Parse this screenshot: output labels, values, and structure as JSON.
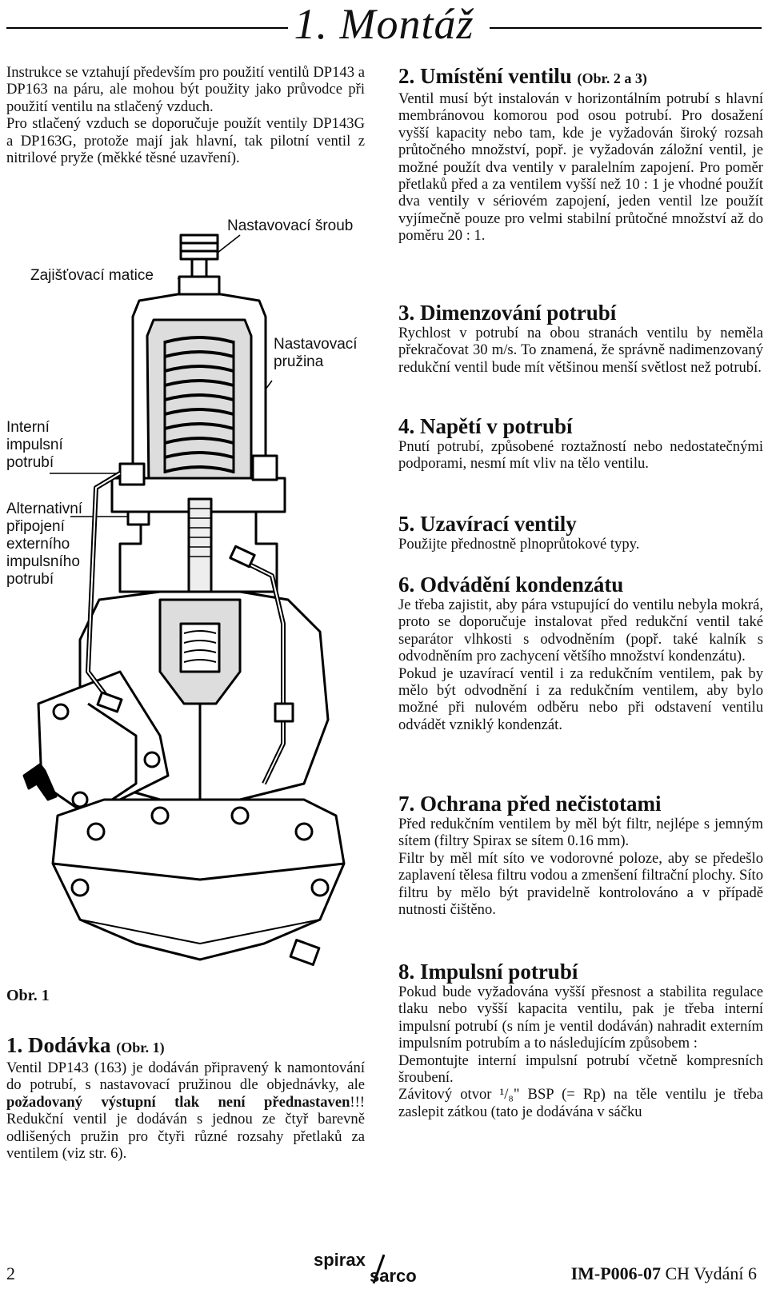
{
  "header": {
    "title": "1. Montáž"
  },
  "intro": {
    "p1": "Instrukce se vztahují především pro použití ventilů DP143 a DP163 na páru, ale mohou být použity jako průvodce při použití ventilu na stlačený vzduch.",
    "p2": "Pro stlačený vzduch se doporučuje použít ventily DP143G a DP163G, protože mají jak hlavní, tak pilotní ventil z nitrilové pryže (měkké těsné uzavření)."
  },
  "figure": {
    "labels": {
      "screw": "Nastavovací šroub",
      "nut": "Zajišťovací matice",
      "spring_l1": "Nastavovací",
      "spring_l2": "pružina",
      "internal_l1": "Interní",
      "internal_l2": "impulsní",
      "internal_l3": "potrubí",
      "alt_l1": "Alternativní",
      "alt_l2": "připojení",
      "alt_l3": "externího",
      "alt_l4": "impulsního",
      "alt_l5": "potrubí"
    },
    "caption": "Obr. 1"
  },
  "s1": {
    "title": "1. Dodávka",
    "ref": "(Obr. 1)",
    "t1": "Ventil DP143 (163) je dodáván připravený k namontování do potrubí, s nastavovací pružinou dle objednávky, ale ",
    "t2": "požadovaný výstupní tlak není přednastaven",
    "t3": "!!! Redukční ventil je dodáván s jednou ze čtyř barevně odlišených pružin pro čtyři různé rozsahy přetlaků za ventilem (viz str. 6)."
  },
  "s2": {
    "title": "2. Umístění ventilu",
    "ref": "(Obr. 2 a 3)",
    "body": "Ventil musí být instalován v horizontálním potrubí s hlavní membránovou komorou pod osou potrubí. Pro dosažení vyšší kapacity nebo tam, kde je vyžadován široký rozsah průtočného množství, popř. je vyžadován záložní ventil, je možné použít dva ventily v paralelním zapojení. Pro poměr přetlaků před a za ventilem vyšší než 10 : 1 je vhodné použít dva ventily v sériovém zapojení, jeden ventil lze použít vyjímečně pouze pro velmi stabilní průtočné množství až do poměru 20 : 1."
  },
  "s3": {
    "title": "3. Dimenzování potrubí",
    "body": "Rychlost v potrubí na obou stranách ventilu by neměla překračovat 30 m/s. To znamená, že správně nadimenzovaný redukční ventil bude mít většinou menší světlost než potrubí."
  },
  "s4": {
    "title": "4. Napětí v potrubí",
    "body": "Pnutí potrubí, způsobené roztažností nebo nedostatečnými podporami, nesmí mít vliv na tělo ventilu."
  },
  "s5": {
    "title": "5. Uzavírací ventily",
    "body": "Použijte přednostně plnoprůtokové typy."
  },
  "s6": {
    "title": "6. Odvádění kondenzátu",
    "p1": "Je třeba zajistit, aby pára vstupující do ventilu nebyla mokrá, proto se doporučuje instalovat před redukční ventil také separátor vlhkosti s odvodněním (popř. také kalník s odvodněním pro zachycení většího množství kondenzátu).",
    "p2": "Pokud je uzavírací ventil i za redukčním ventilem, pak by mělo být odvodnění i za redukčním ventilem, aby bylo možné při nulovém odběru nebo při odstavení ventilu odvádět vzniklý kondenzát."
  },
  "s7": {
    "title": "7. Ochrana před nečistotami",
    "p1": "Před redukčním ventilem by měl být filtr, nejlépe s jemným sítem (filtry Spirax se sítem 0.16 mm).",
    "p2": "Filtr by měl mít síto ve vodorovné poloze, aby se předešlo zaplavení tělesa filtru vodou a zmenšení filtrační plochy. Síto filtru by mělo být pravidelně kontrolováno a v případě nutnosti čištěno."
  },
  "s8": {
    "title": "8. Impulsní potrubí",
    "p1": "Pokud bude vyžadována vyšší přesnost a stabilita regulace tlaku nebo vyšší kapacita ventilu, pak je třeba interní impulsní potrubí (s ním je ventil dodáván) nahradit externím impulsním potrubím a to následujícím způsobem :",
    "p2": "Demontujte interní impulsní potrubí včetně kompresních šroubení.",
    "p3": "Závitový otvor ¹/₈\" BSP (= Rp) na těle ventilu je třeba zaslepit zátkou (tato je dodávána v sáčku"
  },
  "footer": {
    "page": "2",
    "logo_top": "spirax",
    "logo_bottom": "sarco",
    "doc_id": "IM-P006-07",
    "doc_rest": "CH Vydání 6"
  }
}
